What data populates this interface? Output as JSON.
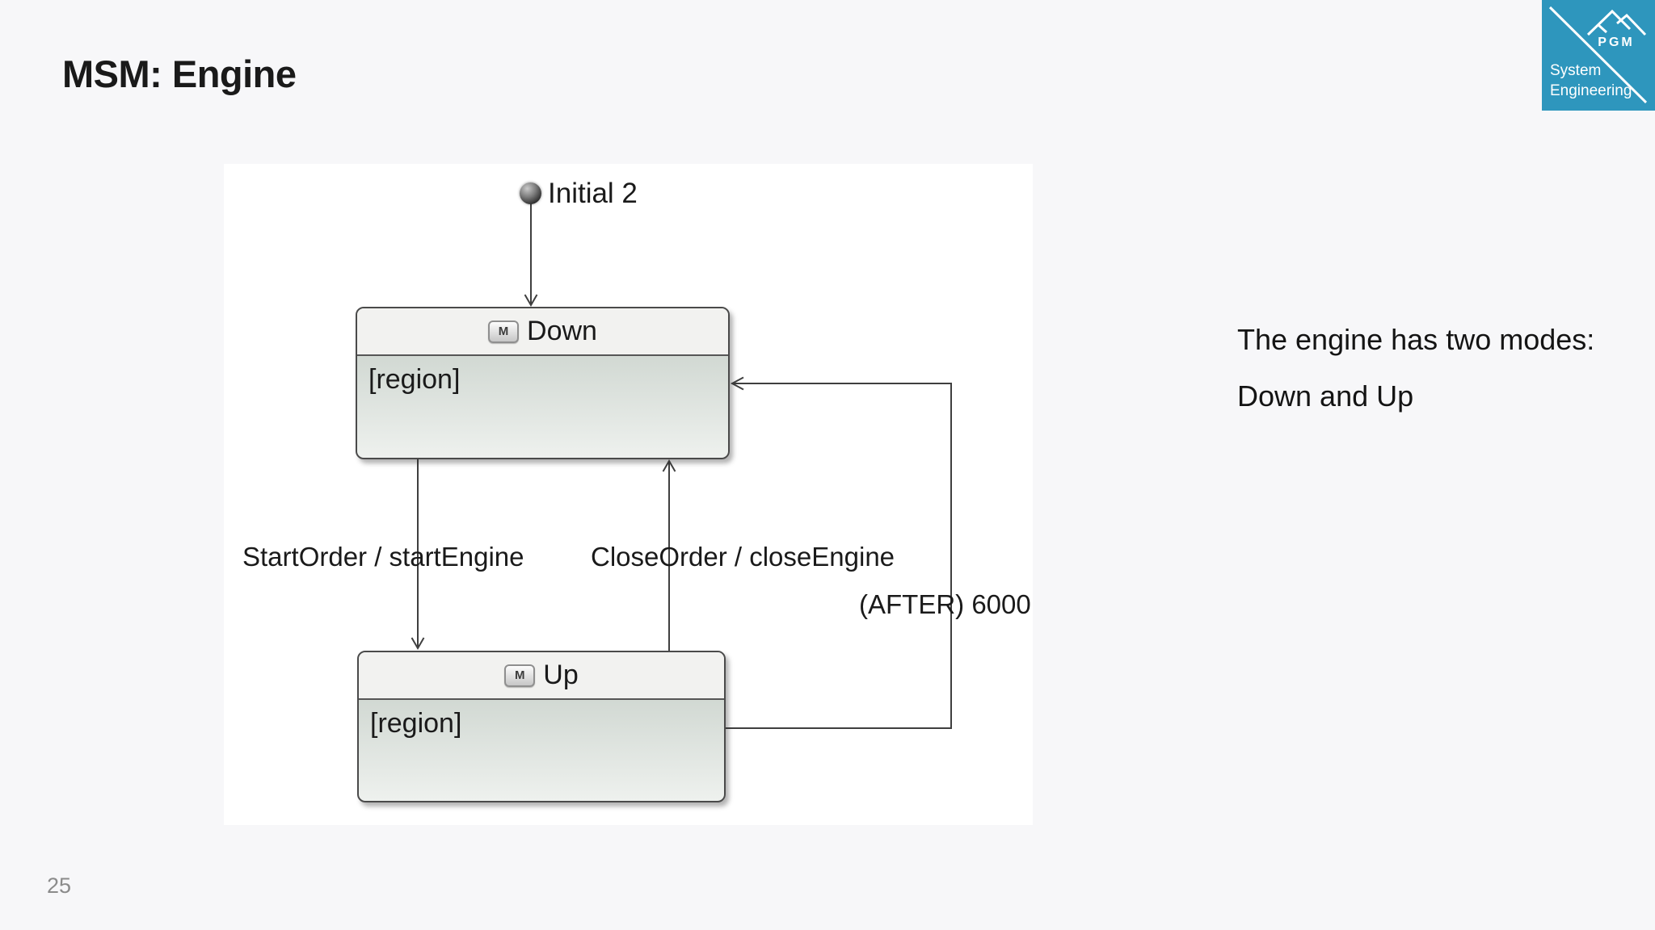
{
  "slide": {
    "title": "MSM: Engine",
    "page_number": "25",
    "side_note": {
      "line1": "The engine has two modes:",
      "line2": "Down and Up"
    }
  },
  "logo": {
    "brand": "PGM",
    "subtitle_line1": "System",
    "subtitle_line2": "Engineering"
  },
  "diagram": {
    "type": "uml-state-machine",
    "initial": {
      "label": "Initial 2",
      "target": "Down"
    },
    "states": [
      {
        "name": "Down",
        "icon_letter": "M",
        "region_label": "[region]"
      },
      {
        "name": "Up",
        "icon_letter": "M",
        "region_label": "[region]"
      }
    ],
    "transitions": [
      {
        "label": "StartOrder / startEngine",
        "from": "Down",
        "to": "Up"
      },
      {
        "label": "CloseOrder / closeEngine",
        "from": "Up",
        "to": "Down"
      },
      {
        "label": "(AFTER) 6000",
        "from": "Up",
        "to": "Down"
      }
    ]
  },
  "colors": {
    "bg": "#f7f7f9",
    "panel": "#ffffff",
    "ink": "#1a1a1a",
    "muted": "#8b8b8b",
    "edge": "#3f3f3f",
    "state_border": "#4a4a4a",
    "state_header": "#f2f2f0",
    "state_body_top": "#c4cdc6",
    "state_body_bottom": "#eef1ee",
    "badge_border": "#8f8f8f",
    "logo_teal": "#2e96bd",
    "logo_text": "#ffffff"
  }
}
